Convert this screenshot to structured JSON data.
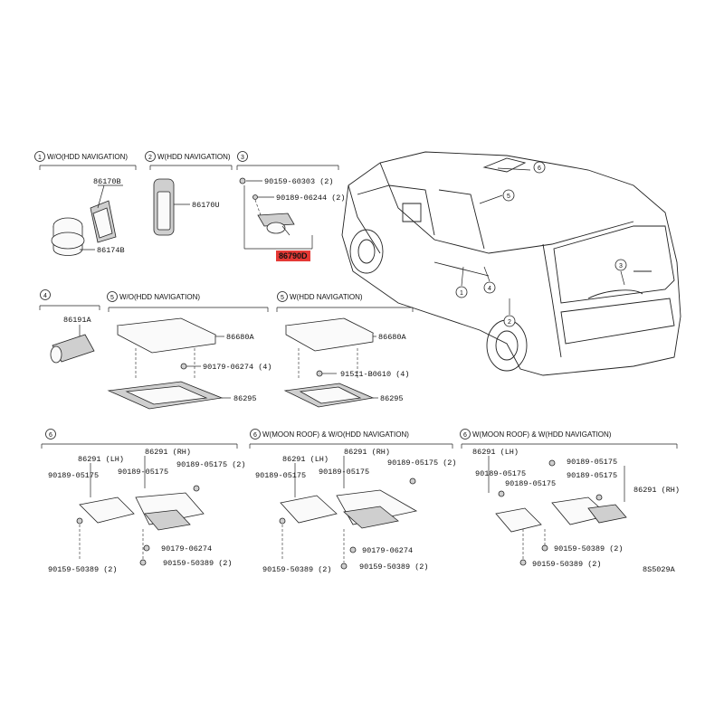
{
  "diagram": {
    "code": "8S5029A",
    "highlight_color": "#e53935",
    "sections": [
      {
        "num": "1",
        "title": "W/O(HDD NAVIGATION)",
        "parts": [
          "86170B",
          "86174B"
        ]
      },
      {
        "num": "2",
        "title": "W(HDD NAVIGATION)",
        "parts": [
          "86170U"
        ]
      },
      {
        "num": "3",
        "title": "",
        "parts": [
          "90159-60303 (2)",
          "90189-06244 (2)",
          "86790D"
        ]
      },
      {
        "num": "4",
        "title": "",
        "parts": [
          "86191A"
        ]
      },
      {
        "num": "5",
        "title": "W/O(HDD NAVIGATION)",
        "parts": [
          "86680A",
          "90179-06274 (4)",
          "86295"
        ]
      },
      {
        "num": "5",
        "title": "W(HDD NAVIGATION)",
        "parts": [
          "86680A",
          "91511-B0610 (4)",
          "86295"
        ]
      },
      {
        "num": "6",
        "title": "",
        "parts": [
          "86291 (LH)",
          "86291 (RH)",
          "90189-05175",
          "90189-05175 (2)",
          "90179-06274",
          "90159-50389 (2)",
          "90159-50389 (2)"
        ]
      },
      {
        "num": "6",
        "title": "W(MOON ROOF) & W/O(HDD NAVIGATION)",
        "parts": [
          "86291 (LH)",
          "86291 (RH)",
          "90189-05175",
          "90189-05175 (2)",
          "90179-06274",
          "90159-50389 (2)",
          "90159-50389 (2)"
        ]
      },
      {
        "num": "6",
        "title": "W(MOON ROOF) & W(HDD NAVIGATION)",
        "parts": [
          "86291 (LH)",
          "90189-05175",
          "90189-05175",
          "90189-05175",
          "90189-05175",
          "86291 (RH)",
          "90159-50389 (2)",
          "90159-50389 (2)"
        ]
      }
    ],
    "vehicle_callouts": [
      "1",
      "2",
      "3",
      "4",
      "5",
      "6"
    ]
  }
}
